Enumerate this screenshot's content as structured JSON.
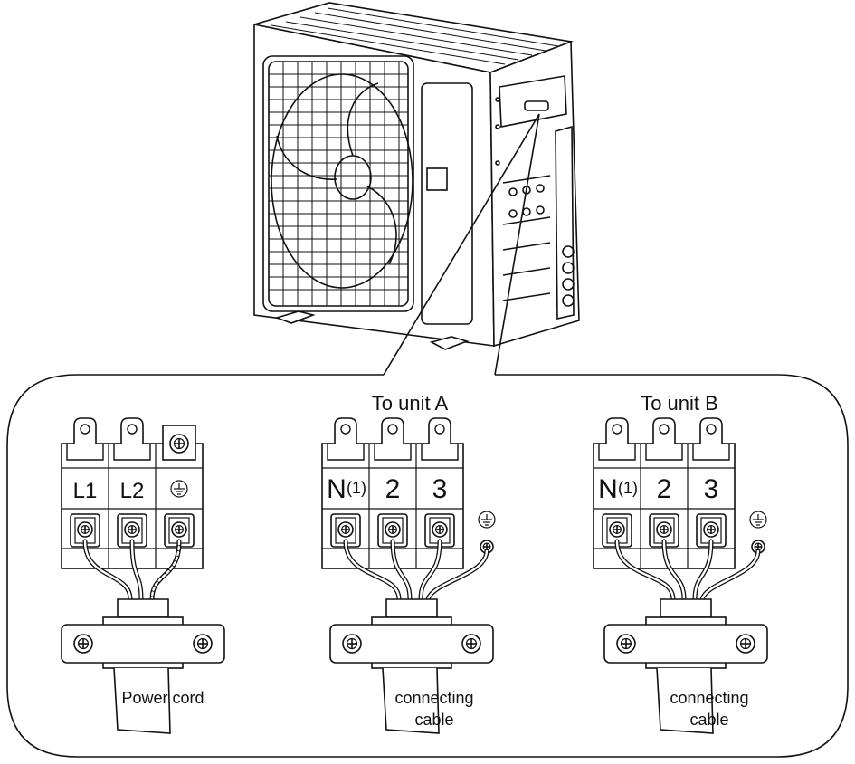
{
  "figure": {
    "outdoor_unit": {
      "icon": "outdoor-ac-unit-icon"
    },
    "blocks": [
      {
        "id": "power",
        "title": "",
        "terminals": [
          {
            "label": "L1",
            "sup": ""
          },
          {
            "label": "L2",
            "sup": ""
          },
          {
            "label": "",
            "sup": "",
            "icon": "ground-symbol-icon"
          }
        ],
        "cable_label": [
          "Power cord"
        ]
      },
      {
        "id": "unit-a",
        "title": "To unit A",
        "terminals": [
          {
            "label": "N",
            "sup": "(1)"
          },
          {
            "label": "2",
            "sup": ""
          },
          {
            "label": "3",
            "sup": ""
          }
        ],
        "cable_label": [
          "connecting",
          "cable"
        ]
      },
      {
        "id": "unit-b",
        "title": "To unit B",
        "terminals": [
          {
            "label": "N",
            "sup": "(1)"
          },
          {
            "label": "2",
            "sup": ""
          },
          {
            "label": "3",
            "sup": ""
          }
        ],
        "cable_label": [
          "connecting",
          "cable"
        ]
      }
    ]
  }
}
